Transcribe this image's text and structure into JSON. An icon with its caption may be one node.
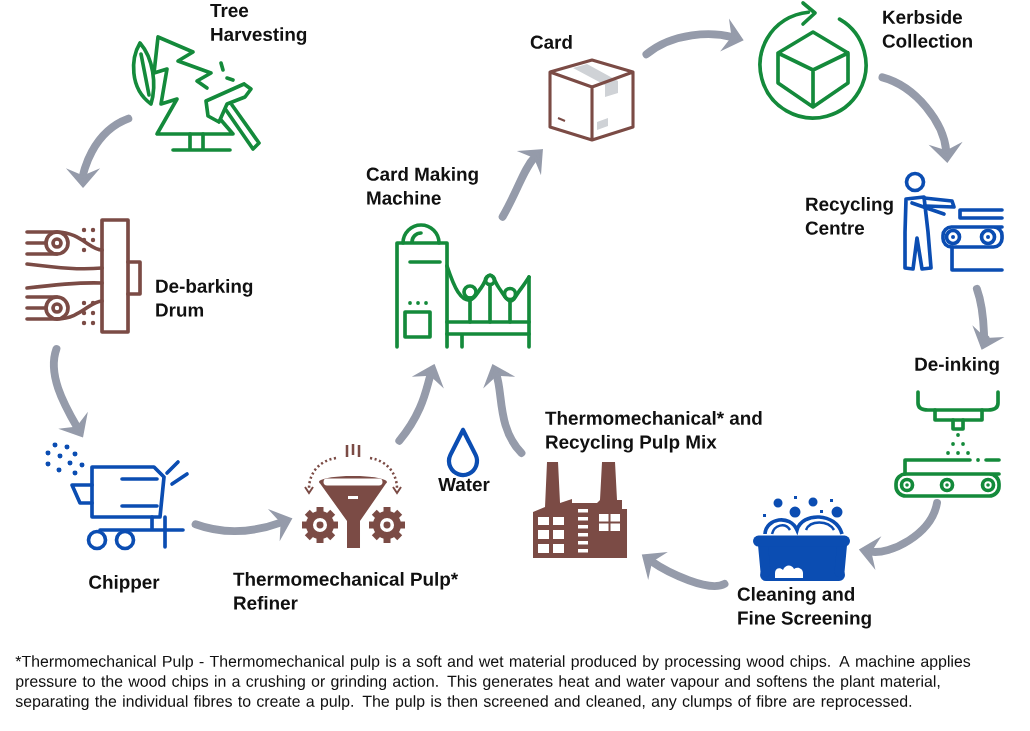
{
  "diagram": {
    "nodes": [
      {
        "text": [
          "Tree Harvesting"
        ]
      },
      {
        "text": [
          "De-barking Drum"
        ]
      },
      {
        "text": [
          "Chipper"
        ]
      },
      {
        "text": [
          "Thermomechanical Pulp* Refiner"
        ]
      },
      {
        "text": [
          "Water"
        ]
      },
      {
        "text": [
          "Card Making Machine"
        ]
      },
      {
        "text": [
          "Card"
        ]
      },
      {
        "text": [
          "Kerbside Collection"
        ]
      },
      {
        "text": [
          "Recycling Centre"
        ]
      },
      {
        "text": [
          "De-inking"
        ]
      },
      {
        "text": [
          "Cleaning and Fine Screening"
        ]
      },
      {
        "text": [
          "Thermomechanical* and Recycling Pulp Mix"
        ]
      }
    ],
    "edges": [
      {
        "from": 0,
        "to": 1,
        "arrow": "to"
      },
      {
        "from": 1,
        "to": 2,
        "arrow": "to"
      },
      {
        "from": 2,
        "to": 3,
        "arrow": "to"
      },
      {
        "from": 3,
        "to": 5,
        "arrow": "to"
      },
      {
        "from": 11,
        "to": 5,
        "arrow": "to"
      },
      {
        "from": 5,
        "to": 6,
        "arrow": "to"
      },
      {
        "from": 6,
        "to": 7,
        "arrow": "to"
      },
      {
        "from": 7,
        "to": 8,
        "arrow": "to"
      },
      {
        "from": 8,
        "to": 9,
        "arrow": "to"
      },
      {
        "from": 9,
        "to": 10,
        "arrow": "to"
      },
      {
        "from": 10,
        "to": 11,
        "arrow": "to"
      }
    ],
    "labels": [
      "*Thermomechanical Pulp - Thermomechanical pulp is a soft and wet material produced by processing wood chips. A machine applies pressure to the wood chips in a crushing or grinding action. This generates heat and water vapour and softens the plant material, separating the individual fibres to create a pulp. The pulp is then screened and cleaned, any clumps of fibre are reprocessed."
    ]
  }
}
